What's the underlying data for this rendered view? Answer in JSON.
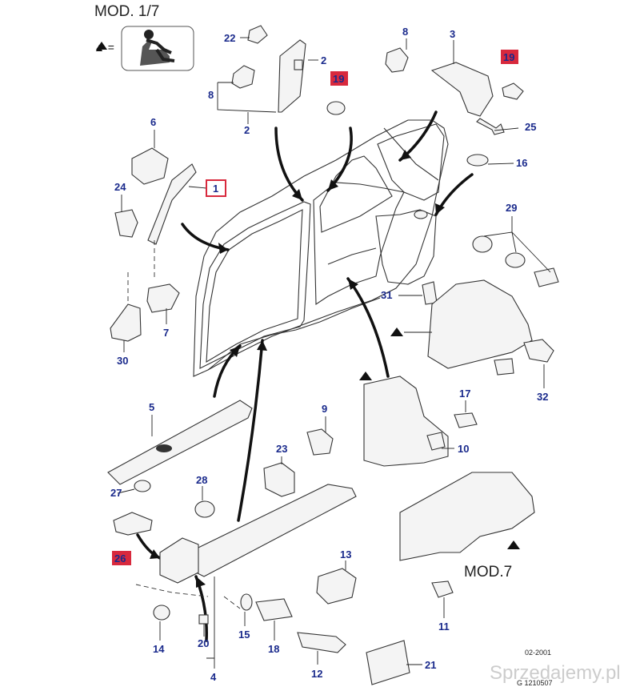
{
  "header": {
    "title": "MOD. 1/7",
    "seat_symbol": "▲ ="
  },
  "callouts": [
    {
      "id": "c22",
      "label": "22"
    },
    {
      "id": "c2a",
      "label": "2"
    },
    {
      "id": "c8a",
      "label": "8"
    },
    {
      "id": "c2b",
      "label": "2"
    },
    {
      "id": "c19a",
      "label": "19"
    },
    {
      "id": "c8b",
      "label": "8"
    },
    {
      "id": "c3",
      "label": "3"
    },
    {
      "id": "c19b",
      "label": "19"
    },
    {
      "id": "c25",
      "label": "25"
    },
    {
      "id": "c6",
      "label": "6"
    },
    {
      "id": "c1",
      "label": "1"
    },
    {
      "id": "c16",
      "label": "16"
    },
    {
      "id": "c24",
      "label": "24"
    },
    {
      "id": "c29",
      "label": "29"
    },
    {
      "id": "c31",
      "label": "31"
    },
    {
      "id": "c7",
      "label": "7"
    },
    {
      "id": "c30",
      "label": "30"
    },
    {
      "id": "c32",
      "label": "32"
    },
    {
      "id": "c5",
      "label": "5"
    },
    {
      "id": "c17",
      "label": "17"
    },
    {
      "id": "c9",
      "label": "9"
    },
    {
      "id": "c23",
      "label": "23"
    },
    {
      "id": "c10",
      "label": "10"
    },
    {
      "id": "c27",
      "label": "27"
    },
    {
      "id": "c28",
      "label": "28"
    },
    {
      "id": "c26",
      "label": "26"
    },
    {
      "id": "c13",
      "label": "13"
    },
    {
      "id": "c14",
      "label": "14"
    },
    {
      "id": "c20",
      "label": "20"
    },
    {
      "id": "c15",
      "label": "15"
    },
    {
      "id": "c18",
      "label": "18"
    },
    {
      "id": "c12",
      "label": "12"
    },
    {
      "id": "c4",
      "label": "4"
    },
    {
      "id": "c21",
      "label": "21"
    },
    {
      "id": "c11",
      "label": "11"
    }
  ],
  "mod7_label": "MOD.7",
  "footer": {
    "date": "02-2001",
    "code": "G 1210507"
  },
  "watermark": "Sprzedajemy.pl",
  "colors": {
    "callout_text": "#1a2a8c",
    "highlight_fill": "#d8293d",
    "box_outline": "#d8293d"
  }
}
